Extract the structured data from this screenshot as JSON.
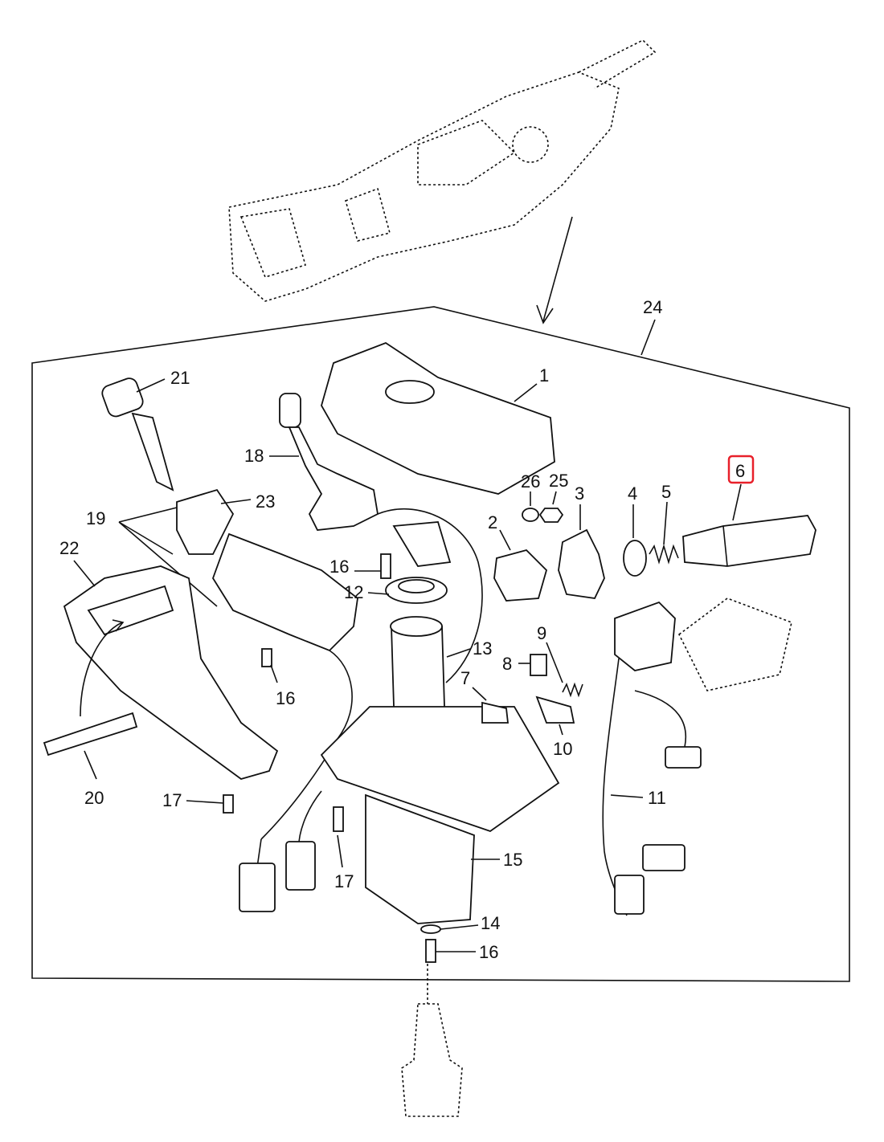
{
  "diagram": {
    "callouts": [
      {
        "id": "c1",
        "text": "1"
      },
      {
        "id": "c2",
        "text": "2"
      },
      {
        "id": "c3",
        "text": "3"
      },
      {
        "id": "c4",
        "text": "4"
      },
      {
        "id": "c5",
        "text": "5"
      },
      {
        "id": "c6",
        "text": "6",
        "highlighted": true
      },
      {
        "id": "c7",
        "text": "7"
      },
      {
        "id": "c8",
        "text": "8"
      },
      {
        "id": "c9",
        "text": "9"
      },
      {
        "id": "c10",
        "text": "10"
      },
      {
        "id": "c11",
        "text": "11"
      },
      {
        "id": "c12",
        "text": "12"
      },
      {
        "id": "c13",
        "text": "13"
      },
      {
        "id": "c14",
        "text": "14"
      },
      {
        "id": "c15",
        "text": "15"
      },
      {
        "id": "c16a",
        "text": "16"
      },
      {
        "id": "c16b",
        "text": "16"
      },
      {
        "id": "c16c",
        "text": "16"
      },
      {
        "id": "c17a",
        "text": "17"
      },
      {
        "id": "c17b",
        "text": "17"
      },
      {
        "id": "c18",
        "text": "18"
      },
      {
        "id": "c19",
        "text": "19"
      },
      {
        "id": "c20",
        "text": "20"
      },
      {
        "id": "c21",
        "text": "21"
      },
      {
        "id": "c22",
        "text": "22"
      },
      {
        "id": "c23",
        "text": "23"
      },
      {
        "id": "c24",
        "text": "24"
      },
      {
        "id": "c25",
        "text": "25"
      },
      {
        "id": "c26",
        "text": "26"
      }
    ],
    "highlight_color": "#e8202a",
    "line_color": "#111111"
  }
}
